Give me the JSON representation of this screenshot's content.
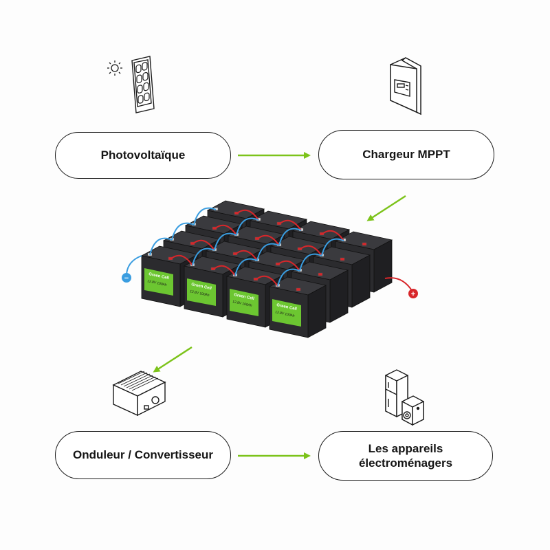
{
  "nodes": {
    "photovoltaic": "Photovoltaïque",
    "mppt_charger": "Chargeur MPPT",
    "inverter": "Onduleur / Convertisseur",
    "appliances_line1": "Les appareils",
    "appliances_line2": "électroménagers"
  },
  "battery": {
    "brand": "Green Cell",
    "voltage_label": "12.8V",
    "capacity_label": "100Ah",
    "negative_symbol": "−",
    "positive_symbol": "+"
  },
  "colors": {
    "arrow": "#7cc31a",
    "battery_body": "#2b2b2e",
    "battery_top": "#3a3a3e",
    "label_green": "#6cc631",
    "wire_red": "#d8262a",
    "wire_blue": "#3a9de0",
    "outline": "#1a1a1a"
  },
  "icons": [
    "sun-icon",
    "solar-panel-icon",
    "charge-controller-icon",
    "inverter-icon",
    "appliances-icon"
  ]
}
